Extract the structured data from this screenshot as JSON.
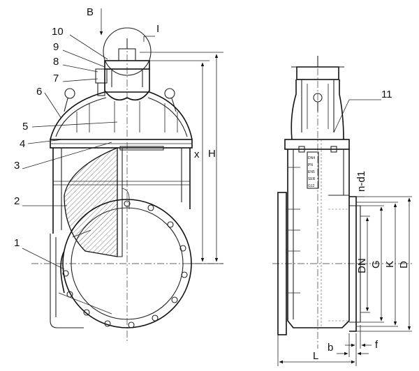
{
  "callouts": [
    "1",
    "2",
    "3",
    "4",
    "5",
    "6",
    "7",
    "8",
    "9",
    "10",
    "11"
  ],
  "view_marks": {
    "detail": "I",
    "arrow": "B"
  },
  "dimensions": {
    "height": "H",
    "stem_height": "x",
    "nominal_diameter": "DN",
    "raised_face_diameter": "G",
    "bolt_circle_diameter": "K",
    "flange_diameter": "D",
    "bolt_holes": "n-d1",
    "face_to_face": "L",
    "flange_thickness": "b",
    "raised_face_height": "f"
  },
  "nameplate_lines": [
    "DN4",
    "PN",
    "EN5",
    "SER",
    "G12"
  ]
}
